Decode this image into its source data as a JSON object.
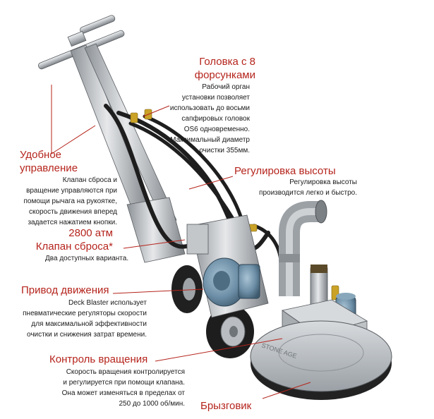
{
  "callouts": {
    "nozzles": {
      "title_line1": "Головка с 8",
      "title_line2": "форсунками",
      "desc": [
        "Рабочий орган",
        "установки позволяет",
        "использовать до восьми",
        "сапфировых головок",
        "OS6 одновременно.",
        "Максимальный диаметр",
        "очистки 355мм."
      ]
    },
    "control": {
      "title_line1": "Удобное",
      "title_line2": "управление",
      "desc": [
        "Клапан сброса и",
        "вращение управляются при",
        "помощи рычага на рукоятке,",
        "скорость движения вперед",
        "задается нажатием кнопки."
      ]
    },
    "height": {
      "title": "Регулировка высоты",
      "desc": [
        "Регулировка высоты",
        "производится легко и быстро."
      ]
    },
    "valve": {
      "title_line1": "2800 атм",
      "title_line2": "Клапан сброса*",
      "desc": [
        "Два доступных варианта."
      ]
    },
    "drive": {
      "title": "Привод движения",
      "desc": [
        "Deck Blaster использует",
        "пневматические регуляторы скорости",
        "для максимальной эффективности",
        "очистки и снижения затрат времени."
      ]
    },
    "rotation": {
      "title": "Контроль вращения",
      "desc": [
        "Скорость вращения контролируется",
        "и регулируется при помощи клапана.",
        "Она может изменяться в пределах от",
        "250 до 1000 об/мин."
      ]
    },
    "splash": {
      "title": "Брызговик"
    }
  },
  "machine": {
    "brand_text": "STONE AGE"
  },
  "colors": {
    "title_red": "#b5241c",
    "text_dark": "#1a1a1a",
    "metal_light": "#d9dcdf",
    "metal_mid": "#a9adb1",
    "metal_dark": "#6f7479",
    "hose_black": "#1e1e1e",
    "motor_blue": "#6c8ea6",
    "brass": "#c9a227"
  }
}
